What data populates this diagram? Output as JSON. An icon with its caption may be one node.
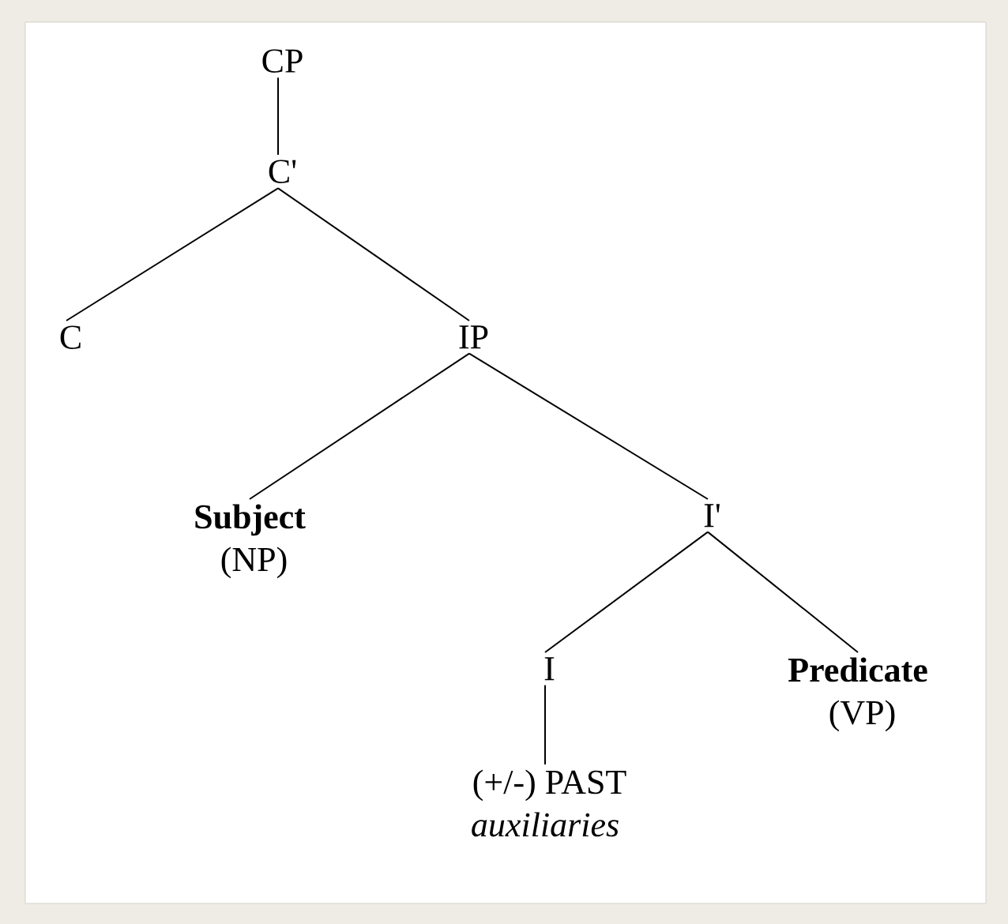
{
  "diagram": {
    "nodes": [
      {
        "text": [
          "CP"
        ]
      },
      {
        "text": [
          "C'"
        ]
      },
      {
        "text": [
          "C"
        ]
      },
      {
        "text": [
          "IP"
        ]
      },
      {
        "text": [
          "Subject",
          "(NP)"
        ]
      },
      {
        "text": [
          "I'"
        ]
      },
      {
        "text": [
          "I"
        ]
      },
      {
        "text": [
          "Predicate",
          "(VP)"
        ]
      },
      {
        "text": [
          "(+/-) PAST",
          "auxiliaries"
        ]
      }
    ],
    "edges": [
      {
        "from": 0,
        "to": 1,
        "arrow": "none"
      },
      {
        "from": 1,
        "to": 2,
        "arrow": "none"
      },
      {
        "from": 1,
        "to": 3,
        "arrow": "none"
      },
      {
        "from": 3,
        "to": 4,
        "arrow": "none"
      },
      {
        "from": 3,
        "to": 5,
        "arrow": "none"
      },
      {
        "from": 5,
        "to": 6,
        "arrow": "none"
      },
      {
        "from": 5,
        "to": 7,
        "arrow": "none"
      },
      {
        "from": 6,
        "to": 8,
        "arrow": "none"
      }
    ]
  }
}
